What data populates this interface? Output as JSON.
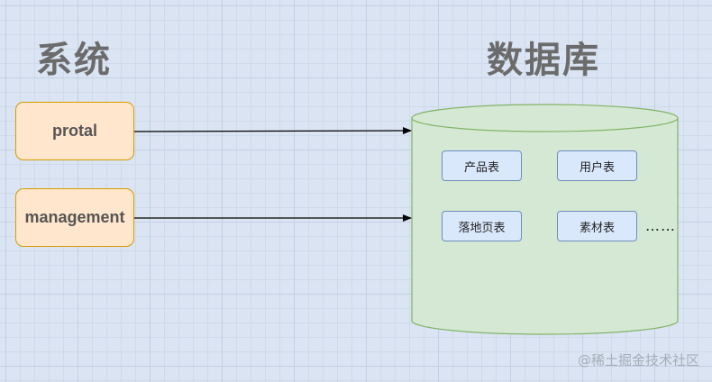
{
  "headings": {
    "system": "系统",
    "database": "数据库"
  },
  "systems": [
    {
      "label": "protal"
    },
    {
      "label": "management"
    }
  ],
  "tables": [
    {
      "label": "产品表"
    },
    {
      "label": "用户表"
    },
    {
      "label": "落地页表"
    },
    {
      "label": "素材表"
    }
  ],
  "more": "……",
  "watermark": "@稀土掘金技术社区",
  "colors": {
    "system_fill": "#ffe6cc",
    "system_stroke": "#d79b00",
    "db_fill": "#d5e8d4",
    "db_stroke": "#82b366",
    "table_fill": "#dae8fc",
    "table_stroke": "#6c8ebf"
  }
}
